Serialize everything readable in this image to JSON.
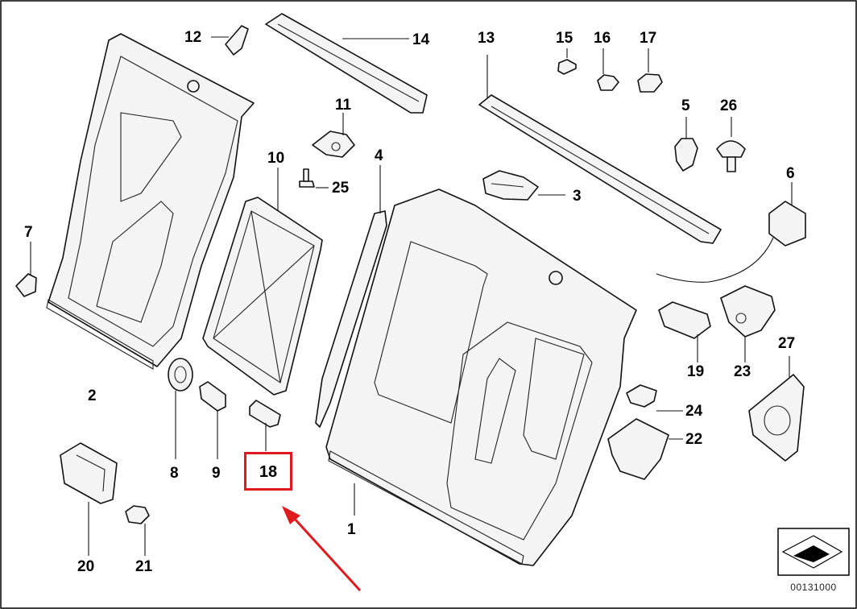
{
  "labels": {
    "p1": "1",
    "p2": "2",
    "p3": "3",
    "p4": "4",
    "p5": "5",
    "p6": "6",
    "p7": "7",
    "p8": "8",
    "p9": "9",
    "p10": "10",
    "p11": "11",
    "p12": "12",
    "p13": "13",
    "p14": "14",
    "p15": "15",
    "p16": "16",
    "p17": "17",
    "p18": "18",
    "p19": "19",
    "p20": "20",
    "p21": "21",
    "p22": "22",
    "p23": "23",
    "p24": "24",
    "p25": "25",
    "p26": "26",
    "p27": "27"
  },
  "highlighted_part": "18",
  "catalog_number": "00131000",
  "colors": {
    "highlight": "#e0191e",
    "line": "#111111",
    "background": "#ffffff"
  }
}
